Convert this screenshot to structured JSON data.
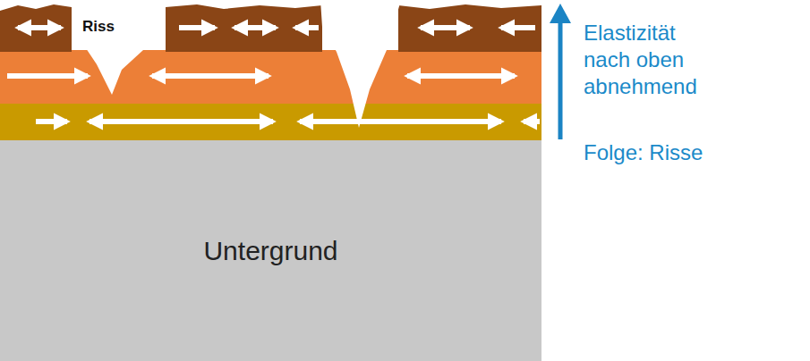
{
  "diagram": {
    "nodes": [
      {
        "text": [
          "Untergrund"
        ]
      }
    ],
    "labels": [
      "Riss",
      "Elastizität nach oben abnehmend",
      "Folge: Risse"
    ]
  }
}
